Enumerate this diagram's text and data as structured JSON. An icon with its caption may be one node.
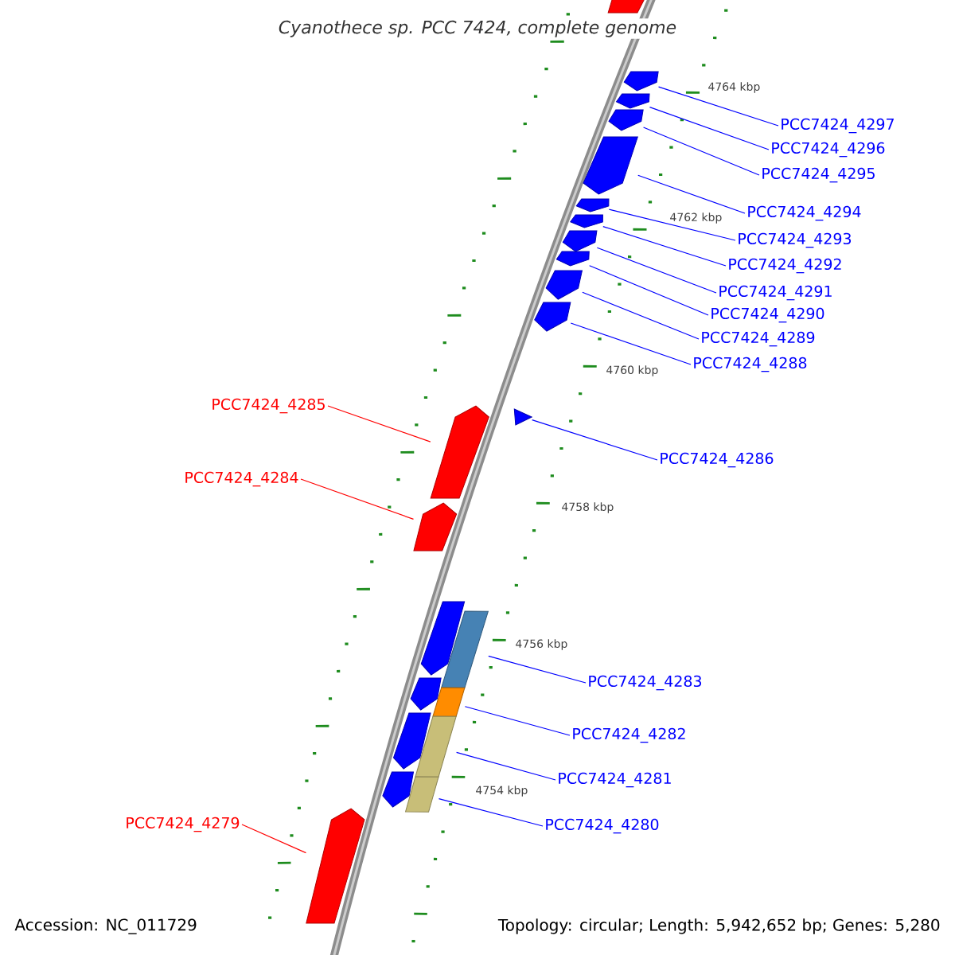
{
  "diagram": {
    "title": "Cyanothece sp. PCC 7424, complete genome",
    "nodes": [
      {
        "text": [
          "PCC7424_4297"
        ]
      },
      {
        "text": [
          "PCC7424_4296"
        ]
      },
      {
        "text": [
          "PCC7424_4295"
        ]
      },
      {
        "text": [
          "PCC7424_4294"
        ]
      },
      {
        "text": [
          "PCC7424_4293"
        ]
      },
      {
        "text": [
          "PCC7424_4292"
        ]
      },
      {
        "text": [
          "PCC7424_4291"
        ]
      },
      {
        "text": [
          "PCC7424_4290"
        ]
      },
      {
        "text": [
          "PCC7424_4289"
        ]
      },
      {
        "text": [
          "PCC7424_4288"
        ]
      },
      {
        "text": [
          "PCC7424_4285"
        ]
      },
      {
        "text": [
          "PCC7424_4286"
        ]
      },
      {
        "text": [
          "PCC7424_4284"
        ]
      },
      {
        "text": [
          "PCC7424_4283"
        ]
      },
      {
        "text": [
          "PCC7424_4282"
        ]
      },
      {
        "text": [
          "PCC7424_4281"
        ]
      },
      {
        "text": [
          "PCC7424_4280"
        ]
      },
      {
        "text": [
          "PCC7424_4279"
        ]
      },
      {
        "text": [],
        "shape": "bar"
      },
      {
        "text": [],
        "shape": "bar"
      },
      {
        "text": [],
        "shape": "bar"
      },
      {
        "text": [],
        "shape": "bar"
      },
      {
        "text": [],
        "shape": "bar"
      },
      {
        "text": [],
        "shape": "bar"
      },
      {
        "text": [],
        "shape": "bar"
      },
      {
        "text": [],
        "shape": "bar"
      },
      {
        "text": [],
        "shape": "bar"
      },
      {
        "text": [],
        "shape": "bar"
      },
      {
        "text": [],
        "shape": "bar"
      },
      {
        "text": [],
        "shape": "bar"
      },
      {
        "text": [],
        "shape": "bar"
      },
      {
        "text": [],
        "shape": "bar"
      },
      {
        "text": [],
        "shape": "bar"
      },
      {
        "text": [],
        "shape": "bar"
      },
      {
        "text": [],
        "shape": "bar"
      },
      {
        "text": [],
        "shape": "bar"
      },
      {
        "text": [],
        "shape": "bar"
      },
      {
        "text": [],
        "shape": "bar"
      },
      {
        "text": [],
        "shape": "bar"
      },
      {
        "text": [],
        "shape": "bar"
      },
      {
        "text": [],
        "shape": "bar"
      }
    ],
    "edges": [
      {
        "from": 0,
        "to": 19,
        "arrow": "none"
      },
      {
        "from": 1,
        "to": 20,
        "arrow": "none"
      },
      {
        "from": 2,
        "to": 21,
        "arrow": "none"
      },
      {
        "from": 3,
        "to": 22,
        "arrow": "none"
      },
      {
        "from": 4,
        "to": 23,
        "arrow": "none"
      },
      {
        "from": 5,
        "to": 24,
        "arrow": "none"
      },
      {
        "from": 6,
        "to": 25,
        "arrow": "none"
      },
      {
        "from": 7,
        "to": 26,
        "arrow": "none"
      },
      {
        "from": 8,
        "to": 27,
        "arrow": "none"
      },
      {
        "from": 9,
        "to": 28,
        "arrow": "none"
      },
      {
        "from": 10,
        "to": 29,
        "arrow": "none",
        "color": "#ff0000"
      },
      {
        "from": 11,
        "to": 30,
        "arrow": "none"
      },
      {
        "from": 12,
        "to": 31,
        "arrow": "none",
        "color": "#ff0000"
      },
      {
        "from": 13,
        "to": 36,
        "arrow": "none"
      },
      {
        "from": 14,
        "to": 37,
        "arrow": "none"
      },
      {
        "from": 15,
        "to": 38,
        "arrow": "none"
      },
      {
        "from": 16,
        "to": 39,
        "arrow": "none"
      },
      {
        "from": 17,
        "to": 40,
        "arrow": "none",
        "color": "#ff0000"
      }
    ],
    "labels": [
      "4764 kbp",
      "4762 kbp",
      "4760 kbp",
      "4758 kbp",
      "4756 kbp",
      "4754 kbp",
      "Accession: NC_011729",
      "Topology: circular; Length: 5,942,652 bp; Genes: 5,280"
    ]
  }
}
